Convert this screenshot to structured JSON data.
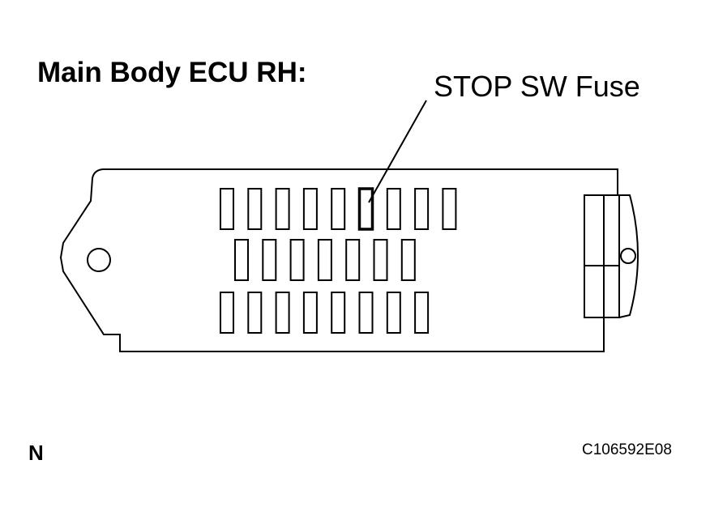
{
  "diagram": {
    "title": "Main Body ECU RH:",
    "callout_label": "STOP SW Fuse",
    "orientation_label": "N",
    "figure_code": "C106592E08",
    "fuse_rows": [
      {
        "count": 9
      },
      {
        "count": 7
      },
      {
        "count": 8
      }
    ],
    "highlighted_fuse": {
      "row": 1,
      "position": 6
    }
  }
}
